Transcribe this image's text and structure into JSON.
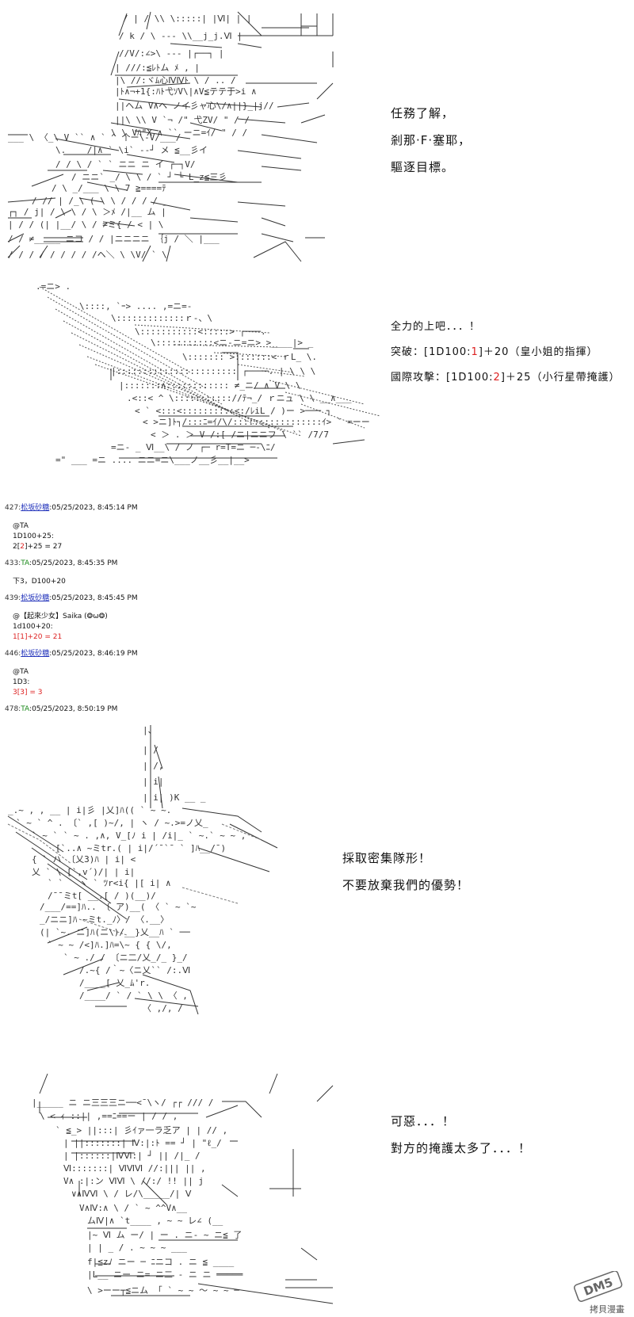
{
  "panel1": {
    "lines": [
      "任務了解，",
      "剎那·F·塞耶，",
      "驅逐目標。"
    ]
  },
  "panel2": {
    "line1": "全力的上吧．．．！",
    "line2_prefix": "突破：[1D100:",
    "line2_roll": "1",
    "line2_suffix": "]＋20（皇小姐的指揮）",
    "line3_prefix": "國際攻擊：[1D100:",
    "line3_roll": "2",
    "line3_suffix": "]＋25（小行星帶掩護）"
  },
  "log": {
    "posts": [
      {
        "id": "427:",
        "author": "松坂砂糖",
        "date": ":05/25/2023, 8:45:14 PM",
        "body": [
          "@TA",
          "1D100+25:"
        ],
        "result_pre": "2[",
        "result_roll": "2",
        "result_post": "]+25 = 27"
      },
      {
        "id": "433:",
        "author": "TA",
        "date": ":05/25/2023, 8:45:35 PM",
        "body": [
          "下3，D100+20"
        ]
      },
      {
        "id": "439:",
        "author": "松坂砂糖",
        "date": ":05/25/2023, 8:45:45 PM",
        "body": [
          "@【起來少女】Saika (❂ω❂)",
          "1d100+20:"
        ],
        "result_pre": "1[",
        "result_roll": "1",
        "result_post": "]+20 = 21"
      },
      {
        "id": "446:",
        "author": "松坂砂糖",
        "date": ":05/25/2023, 8:46:19 PM",
        "body": [
          "@TA",
          "1D3:"
        ],
        "result_pre": "3[",
        "result_roll": "3",
        "result_post": "] = 3"
      },
      {
        "id": "478:",
        "author": "TA",
        "date": ":05/25/2023, 8:50:19 PM",
        "body": []
      }
    ]
  },
  "panel3": {
    "lines": [
      "採取密集隊形！",
      "不要放棄我們的優勢！"
    ]
  },
  "panel4": {
    "lines": [
      "可惡．．．！",
      "對方的掩護太多了．．．！"
    ]
  },
  "watermark": {
    "logo": "DM5",
    "text": "拷貝漫畫"
  },
  "colors": {
    "text": "#111111",
    "link": "#2233bb",
    "author_green": "#1a8a1a",
    "roll_red": "#dd2222"
  }
}
